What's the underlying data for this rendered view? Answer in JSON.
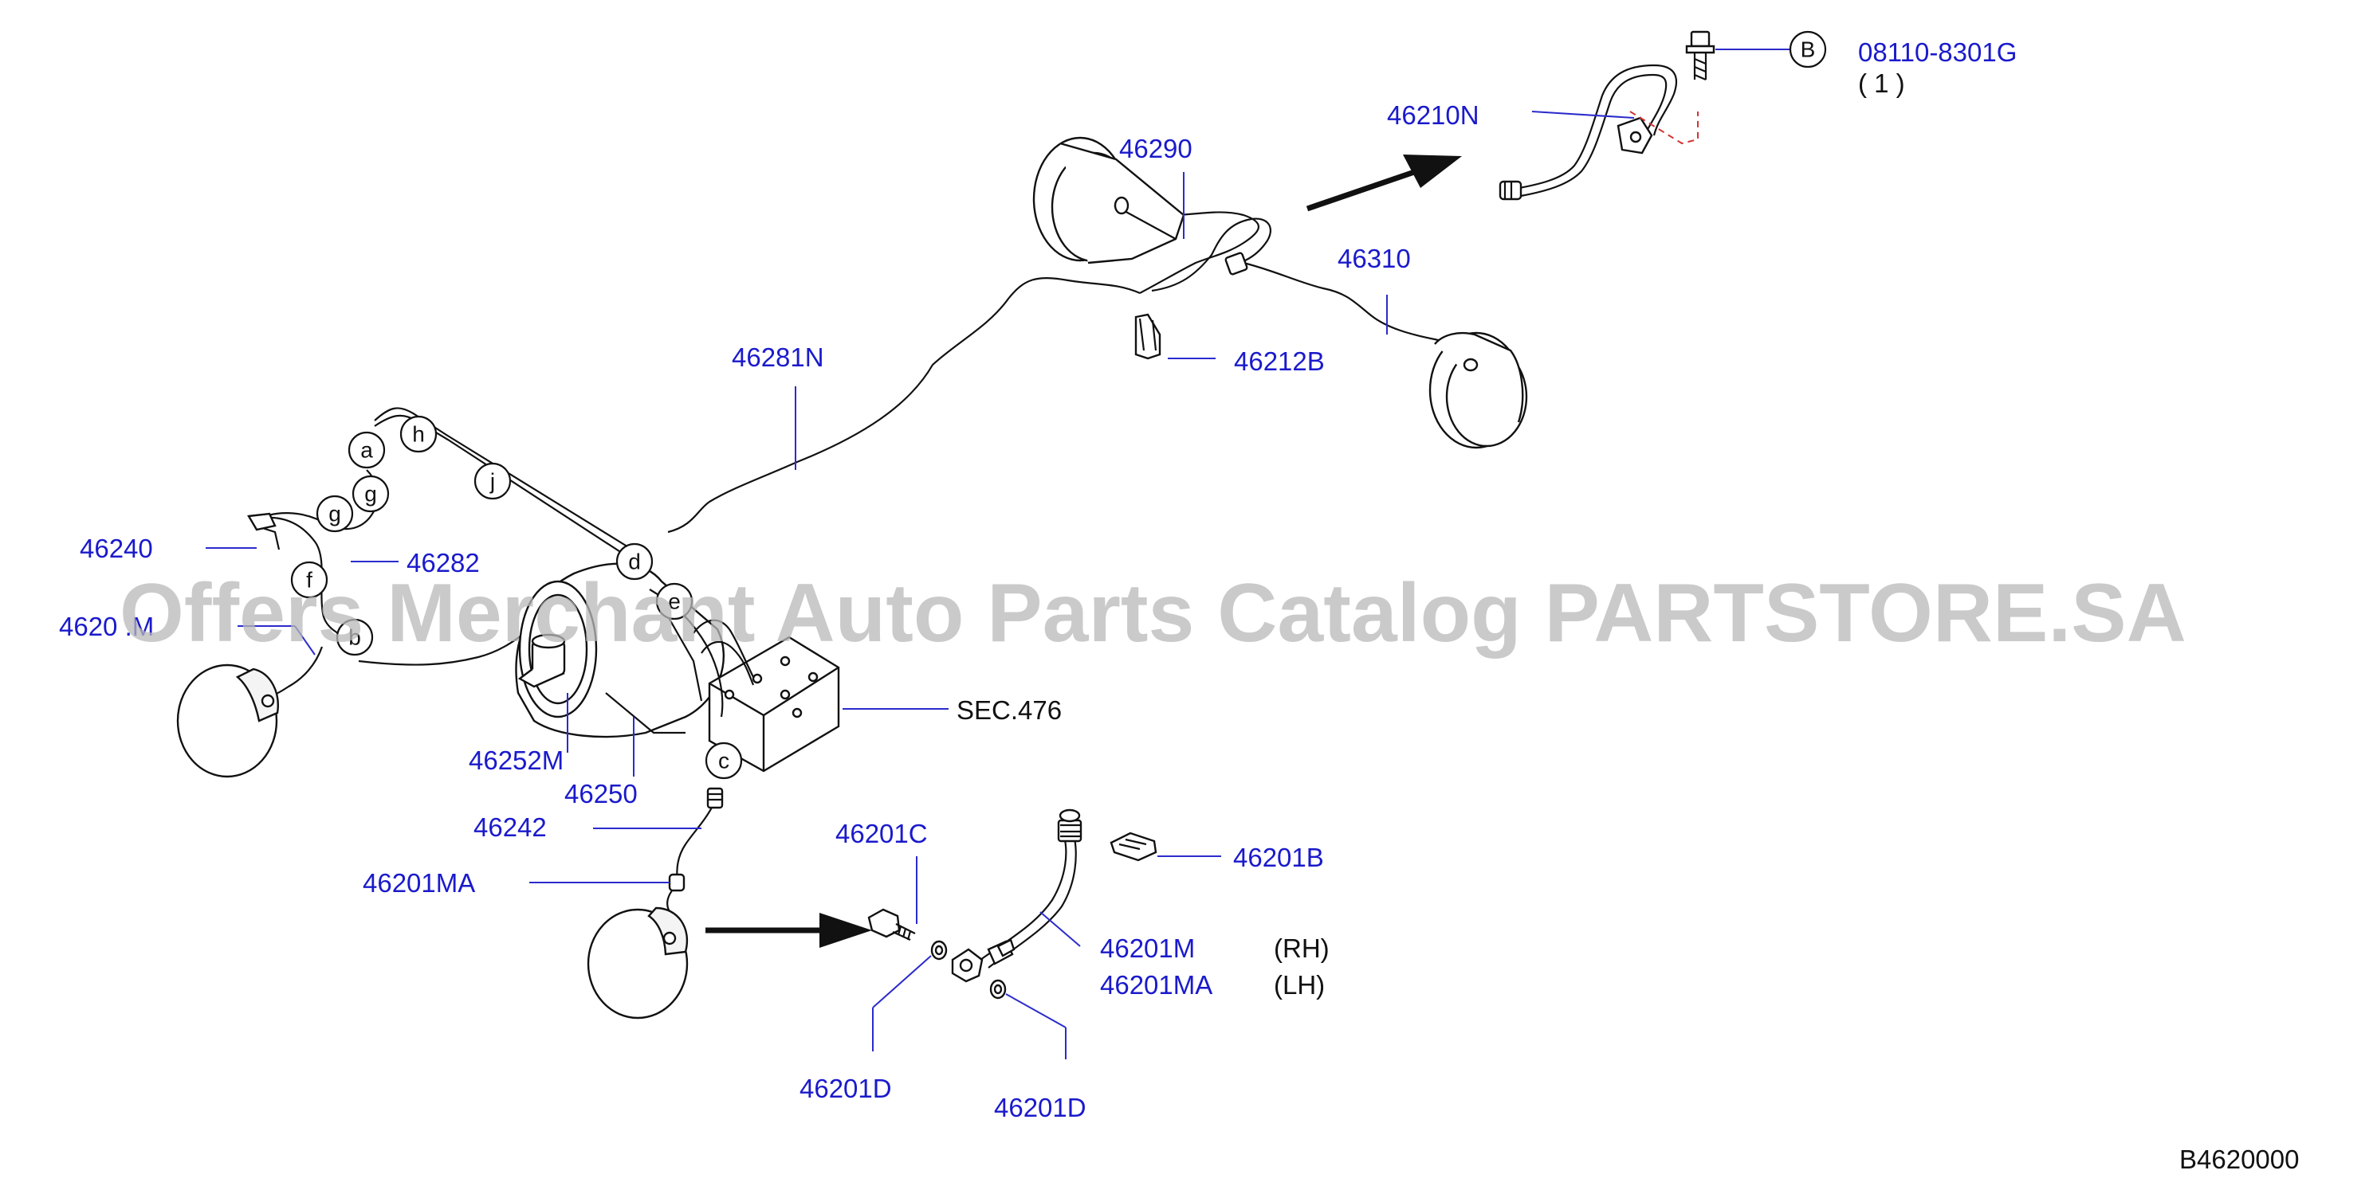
{
  "diagram": {
    "figure_code": "B4620000",
    "watermark": "Offers Merchant Auto Parts Catalog PARTSTORE.SA",
    "labels": {
      "p46210N": "46210N",
      "p46290": "46290",
      "p46310": "46310",
      "p46212B": "46212B",
      "p46281N": "46281N",
      "p46240": "46240",
      "p46282": "46282",
      "p46201M_left": "4620 .M",
      "p46252M": "46252M",
      "p46250": "46250",
      "sec476": "SEC.476",
      "p46242": "46242",
      "p46201MA_left": "46201MA",
      "p46201C": "46201C",
      "p46201B": "46201B",
      "p46201M": "46201M",
      "rh": "(RH)",
      "p46201MA": "46201MA",
      "lh": "(LH)",
      "p46201D_a": "46201D",
      "p46201D_b": "46201D",
      "bolt_code": "08110-8301G",
      "bolt_qty": "( 1 )",
      "bolt_ref": "B"
    },
    "callouts": {
      "a": "a",
      "h": "h",
      "j": "j",
      "g1": "g",
      "g2": "g",
      "f": "f",
      "b": "b",
      "d": "d",
      "e": "e",
      "c": "c"
    }
  }
}
